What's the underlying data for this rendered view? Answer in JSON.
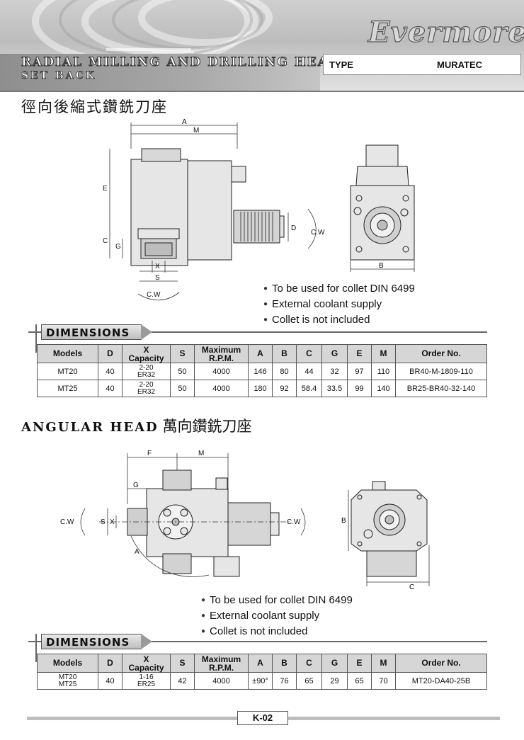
{
  "header": {
    "title_line1": "RADIAL  MILLING AND DRILLING HEAD",
    "title_line2": "SET  BACK",
    "logo": "Evermore",
    "type_label": "TYPE",
    "type_value": "MURATEC"
  },
  "radial": {
    "title": "徑向後縮式鑽銑刀座",
    "labels": {
      "A": "A",
      "M": "M",
      "E": "E",
      "C": "C",
      "G": "G",
      "X": "X",
      "S": "S",
      "D": "D",
      "B": "B",
      "cw1": "C.W",
      "cw2": "C.W"
    },
    "bullets": [
      "To be used for collet DIN 6499",
      "External coolant supply",
      "Collet is not included"
    ],
    "dimensions_label": "DIMENSIONS",
    "table": {
      "headers": [
        "Models",
        "D",
        "X\nCapacity",
        "S",
        "Maximum\nR.P.M.",
        "A",
        "B",
        "C",
        "G",
        "E",
        "M",
        "Order No."
      ],
      "rows": [
        [
          "MT20",
          "40",
          "2-20\nER32",
          "50",
          "4000",
          "146",
          "80",
          "44",
          "32",
          "97",
          "110",
          "BR40-M-1809-110"
        ],
        [
          "MT25",
          "40",
          "2-20\nER32",
          "50",
          "4000",
          "180",
          "92",
          "58.4",
          "33.5",
          "99",
          "140",
          "BR25-BR40-32-140"
        ]
      ]
    }
  },
  "angular": {
    "title_en": "ANGULAR HEAD",
    "title_zh": "萬向鑽銑刀座",
    "labels": {
      "F": "F",
      "M": "M",
      "G": "G",
      "S": "S",
      "X": "X",
      "A": "A",
      "B": "B",
      "C": "C",
      "cw1": "C.W",
      "cw2": "C.W"
    },
    "bullets": [
      "To be used for collet DIN 6499",
      "External coolant supply",
      "Collet is not included"
    ],
    "dimensions_label": "DIMENSIONS",
    "table": {
      "headers": [
        "Models",
        "D",
        "X\nCapacity",
        "S",
        "Maximum\nR.P.M.",
        "A",
        "B",
        "C",
        "G",
        "E",
        "M",
        "Order No."
      ],
      "rows": [
        [
          "MT20\nMT25",
          "40",
          "1-16\nER25",
          "42",
          "4000",
          "±90°",
          "76",
          "65",
          "29",
          "65",
          "70",
          "MT20-DA40-25B"
        ]
      ]
    }
  },
  "footer": {
    "page": "K-02"
  }
}
